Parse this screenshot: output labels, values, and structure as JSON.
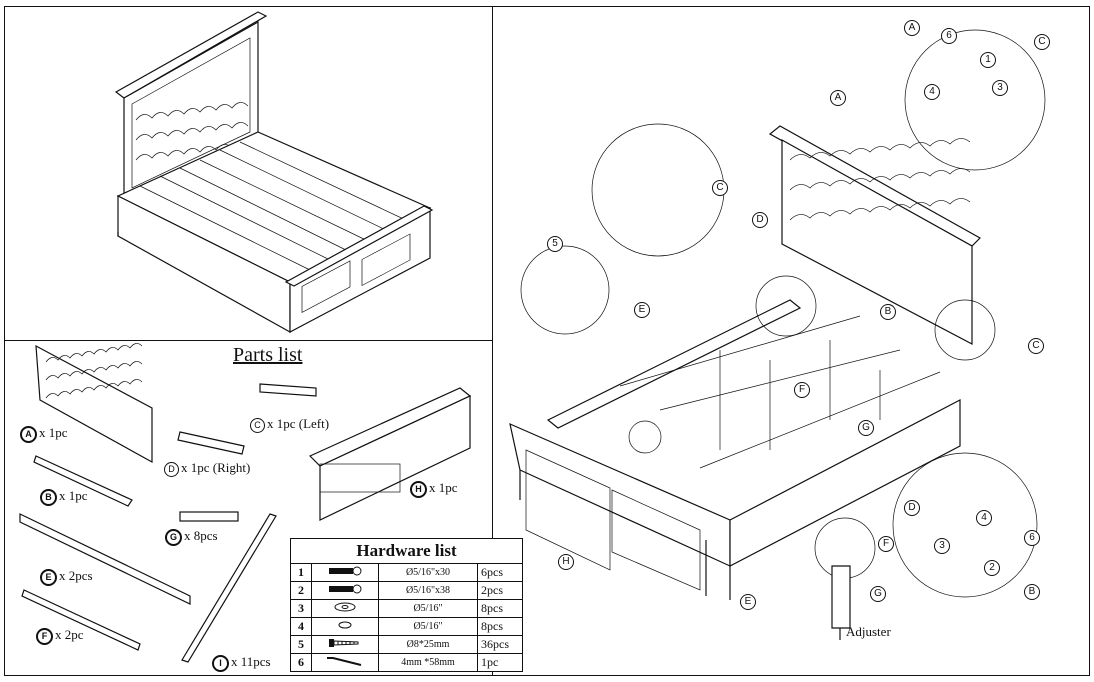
{
  "parts_list": {
    "title": "Parts list",
    "parts": [
      {
        "key": "A",
        "text": "x 1pc"
      },
      {
        "key": "B",
        "text": "x 1pc"
      },
      {
        "key": "C",
        "text": "x 1pc (Left)"
      },
      {
        "key": "D",
        "text": "x 1pc (Right)"
      },
      {
        "key": "E",
        "text": "x 2pcs"
      },
      {
        "key": "F",
        "text": "x 2pc"
      },
      {
        "key": "G",
        "text": "x 8pcs"
      },
      {
        "key": "H",
        "text": "x 1pc"
      },
      {
        "key": "I",
        "text": "x 11pcs"
      }
    ]
  },
  "hardware_list": {
    "title": "Hardware list",
    "rows": [
      {
        "num": "1",
        "icon": "bolt-icon",
        "spec": "Ø5/16\"x30",
        "qty": "6pcs"
      },
      {
        "num": "2",
        "icon": "bolt-icon",
        "spec": "Ø5/16\"x38",
        "qty": "2pcs"
      },
      {
        "num": "3",
        "icon": "washer-icon",
        "spec": "Ø5/16\"",
        "qty": "8pcs"
      },
      {
        "num": "4",
        "icon": "lock-washer-icon",
        "spec": "Ø5/16\"",
        "qty": "8pcs"
      },
      {
        "num": "5",
        "icon": "screw-icon",
        "spec": "Ø8*25mm",
        "qty": "36pcs"
      },
      {
        "num": "6",
        "icon": "allen-key-icon",
        "spec": "4mm *58mm",
        "qty": "1pc"
      }
    ]
  },
  "assembly": {
    "callouts": [
      "A",
      "A",
      "C",
      "6",
      "1",
      "4",
      "3",
      "C",
      "D",
      "5",
      "E",
      "B",
      "C",
      "F",
      "G",
      "H",
      "E",
      "F",
      "G",
      "D",
      "4",
      "6",
      "3",
      "2",
      "B"
    ],
    "adjuster_label": "Adjuster"
  }
}
